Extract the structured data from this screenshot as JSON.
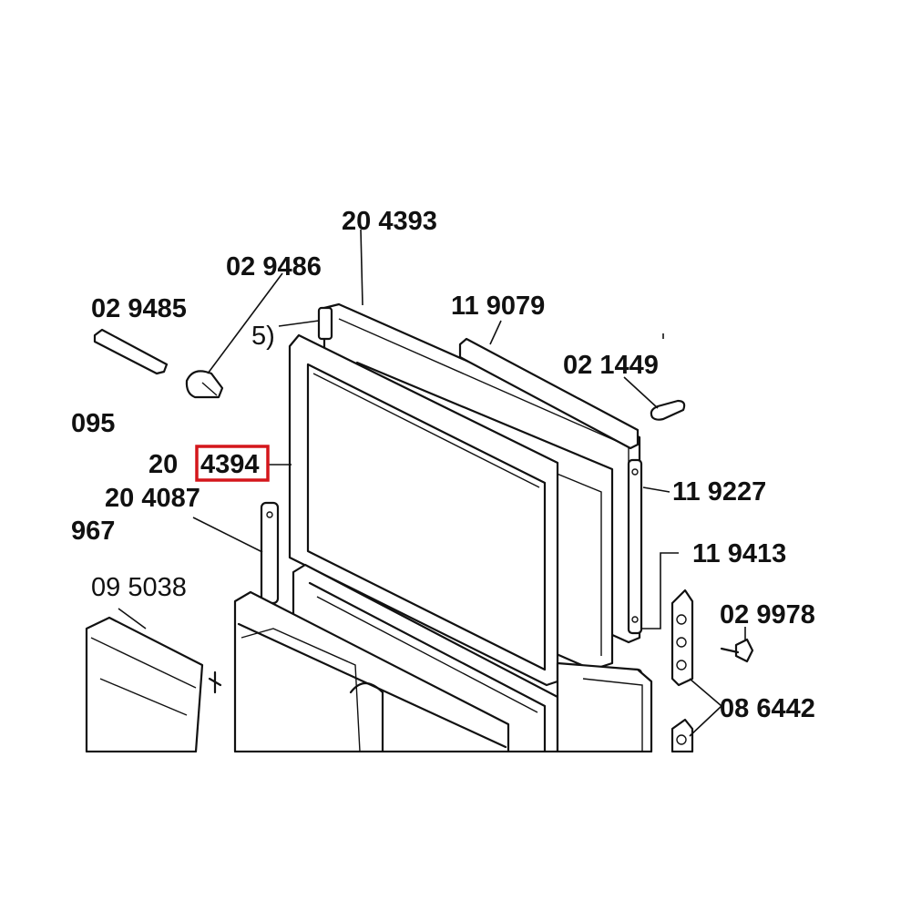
{
  "labels": {
    "p_204393": "20 4393",
    "p_029486": "02 9486",
    "p_029485": "02 9485",
    "p_119079": "11 9079",
    "p_021449": "02 1449",
    "p_095": "095",
    "p_5": "5)",
    "p_20": "20",
    "p_4394": "4394",
    "p_119227": "11 9227",
    "p_204087": "20 4087",
    "p_967": "967",
    "p_119413": "11 9413",
    "p_095038": "09 5038",
    "p_029978": "02 9978",
    "p_086442": "08 6442"
  },
  "highlight_color": "#d4161b"
}
